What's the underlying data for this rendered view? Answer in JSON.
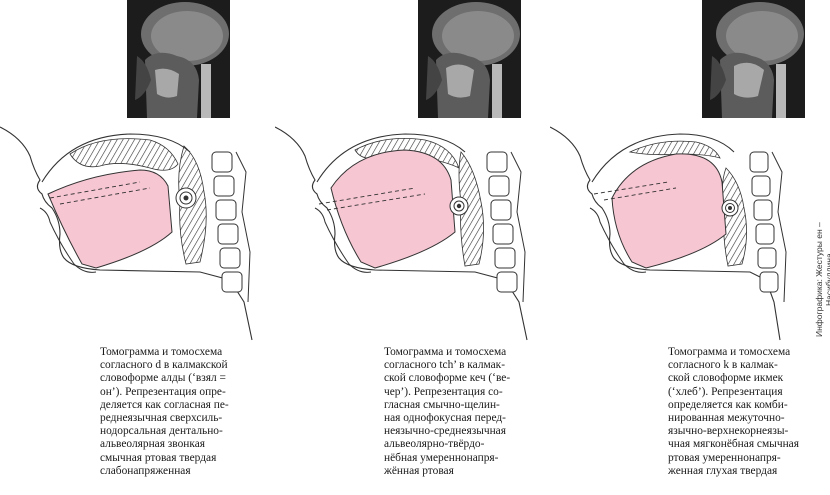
{
  "panels": [
    {
      "caption": "Томограмма и томосхема\nсогласного d в калмакской\nсловоформе алды (‘взял =\nон’). Репрезентация опре-\nделяется как согласная пе-\nреднеязычная сверхсиль-\nнодорсальная дентально-\nальвеолярная звонкая\nсмычная ртовая твердая\nслабонапряженная"
    },
    {
      "caption": "Томограмма и томосхема\nсогласного tch’ в калмак-\nской словоформе кеч (‘ве-\nчер’). Репрезентация со-\nгласная смычно-щелин-\nная однофокусная перед-\nнеязычно-среднеязычная\nальвеолярно-твёрдо-\nнёбная умереннонапря-\nжённая ртовая"
    },
    {
      "caption": "Томограмма и томосхема\nсогласного k в калмак-\nской словоформе икмек\n(‘хлеб’). Репрезентация\nопределяется как комби-\nнированная межуточно-\nязычно-верхнекорнеязы-\nчная мягконёбная смычная\nртовая умереннонапря-\nженная глухая твердая"
    }
  ],
  "credit": "Инфографика: Жестуры ен – Насибуллина",
  "colors": {
    "tongue": "#f6c6d3",
    "line": "#333333"
  }
}
